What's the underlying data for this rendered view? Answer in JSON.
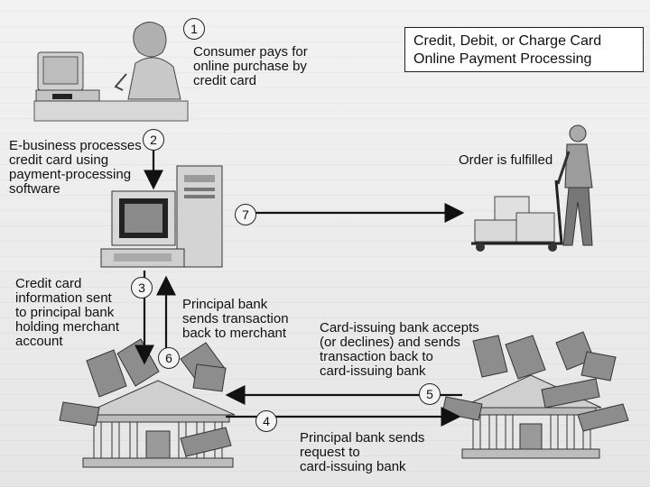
{
  "title_box": {
    "line1": "Credit, Debit, or Charge Card",
    "line2": "Online Payment Processing"
  },
  "steps": [
    {
      "number": "1",
      "text": "Consumer pays for\nonline purchase by\ncredit card"
    },
    {
      "number": "2",
      "text": "E-business processes\ncredit card using\npayment-processing\nsoftware"
    },
    {
      "number": "3",
      "text": "Credit card\ninformation sent\nto principal bank\nholding merchant\naccount"
    },
    {
      "number": "4",
      "text": "Principal bank sends\nrequest to\ncard-issuing bank"
    },
    {
      "number": "5",
      "text": "Card-issuing bank accepts\n(or declines) and sends\ntransaction back to\ncard-issuing bank"
    },
    {
      "number": "6",
      "text": "Principal bank\nsends transaction\nback to merchant"
    },
    {
      "number": "7",
      "text": "Order is fulfilled"
    }
  ],
  "icons": [
    "consumer-at-terminal-icon",
    "computer-workstation-icon",
    "warehouse-worker-dolly-icon",
    "principal-bank-icon",
    "card-issuing-bank-icon",
    "money-stack-icon"
  ]
}
